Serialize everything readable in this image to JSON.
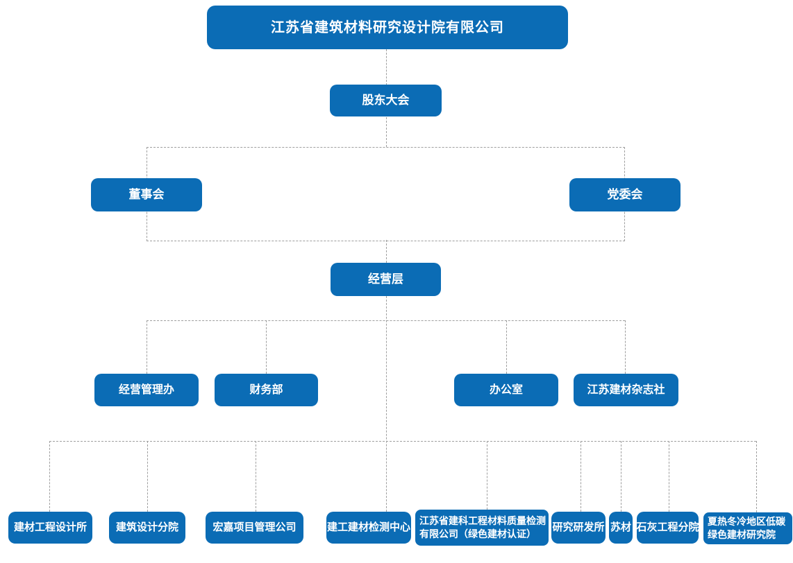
{
  "colors": {
    "node_fill": "#0b6cb5",
    "node_text": "#ffffff",
    "connector": "#9e9e9e",
    "page_bg": "#ffffff"
  },
  "nodes": {
    "root": {
      "label": "江苏省建筑材料研究设计院有限公司"
    },
    "shareholders": {
      "label": "股东大会"
    },
    "board": {
      "label": "董事会"
    },
    "party_committee": {
      "label": "党委会"
    },
    "management": {
      "label": "经营层"
    },
    "mgmt_office": {
      "label": "经营管理办"
    },
    "finance_dept": {
      "label": "财务部"
    },
    "office": {
      "label": "办公室"
    },
    "magazine": {
      "label": "江苏建材杂志社"
    },
    "design_institute": {
      "label": "建材工程设计所"
    },
    "arch_branch": {
      "label": "建筑设计分院"
    },
    "hongjia": {
      "label": "宏嘉项目管理公司"
    },
    "testing_center": {
      "label": "建工建材检测中心"
    },
    "jianke": {
      "lines": [
        "江苏省建科工程材料质量检测",
        "有限公司（绿色建材认证）"
      ]
    },
    "research_inst": {
      "label": "研究研发所"
    },
    "sucai": {
      "label": "苏材"
    },
    "lime_branch": {
      "label": "石灰工程分院"
    },
    "lowcarbon": {
      "lines": [
        "夏热冬冷地区低碳",
        "绿色建材研究院"
      ]
    }
  }
}
